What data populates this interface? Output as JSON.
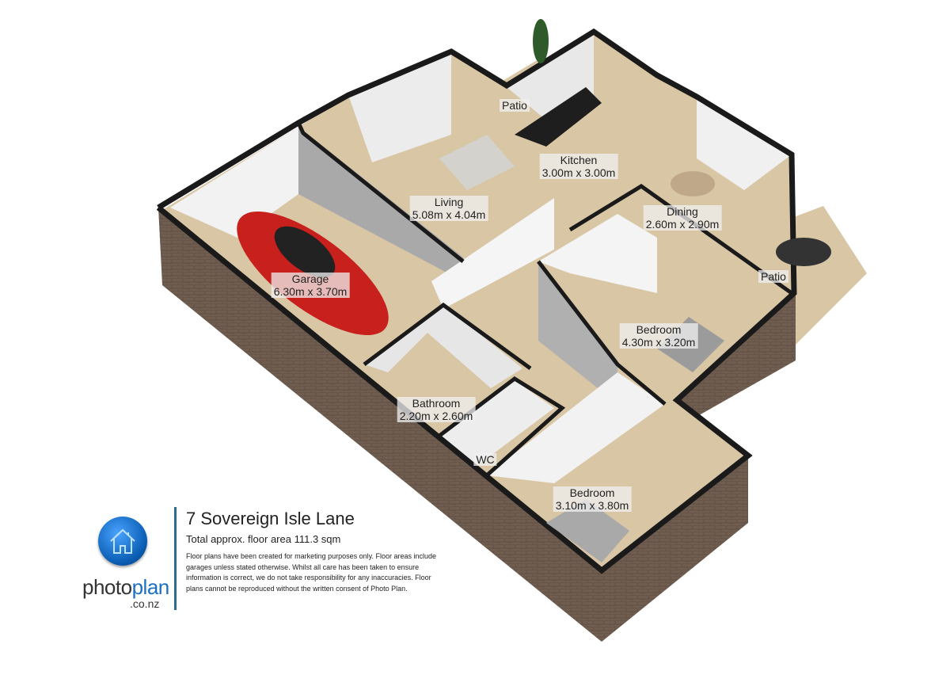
{
  "rooms": [
    {
      "name": "Patio"
    },
    {
      "name": "Kitchen",
      "size": "3.00m x 3.00m"
    },
    {
      "name": "Living",
      "size": "5.08m x 4.04m"
    },
    {
      "name": "Dining",
      "size": "2.60m x 2.90m"
    },
    {
      "name": "Patio"
    },
    {
      "name": "Garage",
      "size": "6.30m x 3.70m"
    },
    {
      "name": "Bedroom",
      "size": "4.30m x 3.20m"
    },
    {
      "name": "Bathroom",
      "size": "2.20m x 2.60m"
    },
    {
      "name": "WC"
    },
    {
      "name": "Bedroom",
      "size": "3.10m x 3.80m"
    }
  ],
  "info": {
    "address": "7 Sovereign Isle Lane",
    "area": "Total approx. floor area 111.3 sqm",
    "disclaimer": "Floor plans have been created for marketing purposes only. Floor areas include garages unless stated otherwise. Whilst all care has been taken to ensure information is correct, we do not take responsibility for any inaccuracies. Floor plans cannot be reproduced without the written consent of Photo Plan.",
    "brand_main": "photo",
    "brand_accent": "plan",
    "brand_domain": ".co.nz"
  },
  "colors": {
    "floor": "#d9c6a5",
    "brick": "#6f5d50",
    "wall_top": "#1a1a1a",
    "car": "#c8201c",
    "accent": "#2c6c8c"
  }
}
